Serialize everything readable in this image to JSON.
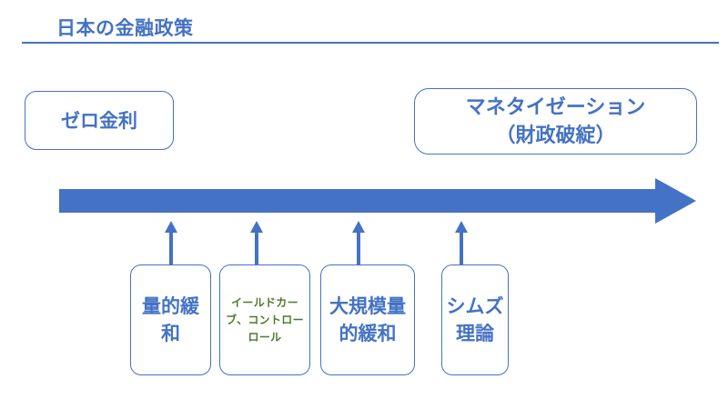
{
  "slide": {
    "title": "日本の金融政策",
    "accent_color": "#4472C4",
    "arrow_color": "#4472C4",
    "green_text_color": "#4F7A2A",
    "background_color": "#FFFFFF"
  },
  "endpoints": {
    "start": {
      "label": "ゼロ金利",
      "color": "#4472C4"
    },
    "end": {
      "label": "マネタイゼーション\n（財政破綻）",
      "line1": "マネタイゼーション",
      "line2": "（財政破綻）",
      "color": "#4472C4"
    }
  },
  "timeline": {
    "direction": "left-to-right",
    "arrow_label": "",
    "steps": [
      {
        "index": 1,
        "label": "量的緩和",
        "color": "#4472C4",
        "connector": "up-arrow"
      },
      {
        "index": 2,
        "label": "イールドカーブ、コントローロール",
        "color": "#4F7A2A",
        "connector": "up-arrow"
      },
      {
        "index": 3,
        "label": "大規模量的緩和",
        "color": "#4472C4",
        "connector": "up-arrow"
      },
      {
        "index": 4,
        "label": "シムズ理論",
        "color": "#4472C4",
        "connector": "up-arrow"
      }
    ]
  }
}
